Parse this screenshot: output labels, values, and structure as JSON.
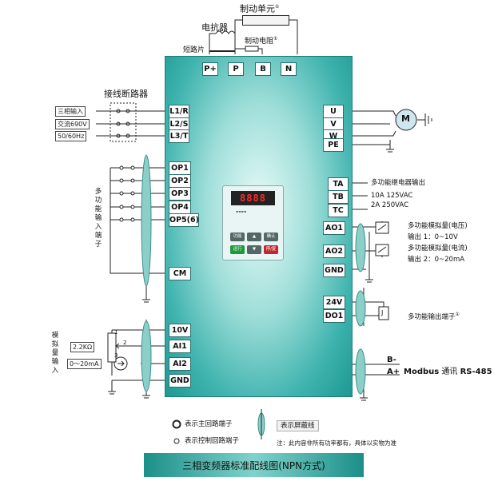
{
  "title": "三相变频器标准配线图(NPN方式)",
  "top": {
    "brake_unit": "制动单元",
    "brake_unit_mark": "①",
    "reactor": "电抗器",
    "brake_resistor": "制动电阻",
    "brake_resistor_mark": "①",
    "short_piece": "短路片",
    "terminals": [
      "P+",
      "P",
      "B",
      "N"
    ]
  },
  "breaker": {
    "label": "接线断路器"
  },
  "input": {
    "line1": "三相输入",
    "line2": "交流690V",
    "line3": "50/60Hz"
  },
  "main_in_terminals": [
    "L1/R",
    "L2/S",
    "L3/T"
  ],
  "main_out_terminals": [
    "U",
    "V",
    "W",
    "PE"
  ],
  "motor_label": "M",
  "digital_inputs": {
    "terminals": [
      "OP1",
      "OP2",
      "OP3",
      "OP4",
      "OP5(6)"
    ],
    "side_label": "多功能输入端子",
    "common": "CM"
  },
  "analog_inputs": {
    "terminals": [
      "10V",
      "AI1",
      "AI2",
      "GND"
    ],
    "side_label": "模拟量输入",
    "pot": "2.2KΩ",
    "current": "0～20mA",
    "pot_pins": [
      "1",
      "2",
      "3"
    ]
  },
  "relay": {
    "terminals": [
      "TA",
      "TB",
      "TC"
    ],
    "title": "多功能继电器输出",
    "rating1": "10A 125VAC",
    "rating2": "2A 250VAC"
  },
  "analog_outputs": {
    "terminals": [
      "AO1",
      "AO2",
      "GND"
    ],
    "ao1_title": "多功能模拟量(电压)",
    "ao1_range": "输出 1：0~10V",
    "ao2_title": "多功能模拟量(电流)",
    "ao2_range": "输出 2：0~20mA"
  },
  "digital_output": {
    "terminals": [
      "24V",
      "DO1"
    ],
    "label": "多功能输出端子",
    "label_mark": "①",
    "relay_symbol": "J"
  },
  "comm": {
    "terminals": [
      "B-",
      "A+"
    ],
    "protocol": "Modbus",
    "word": "通讯",
    "standard": "RS-485"
  },
  "keypad": {
    "display": "8888",
    "display_dash": "----",
    "keys": [
      "功能",
      "▲",
      "确认",
      "运行",
      "▼",
      "停/复"
    ]
  },
  "legend": {
    "main_terminal": "表示主回路端子",
    "control_terminal": "表示控制回路端子",
    "shield": "表示屏蔽线",
    "note": "注：此内容非所有功率都有，具体以实物为准"
  }
}
